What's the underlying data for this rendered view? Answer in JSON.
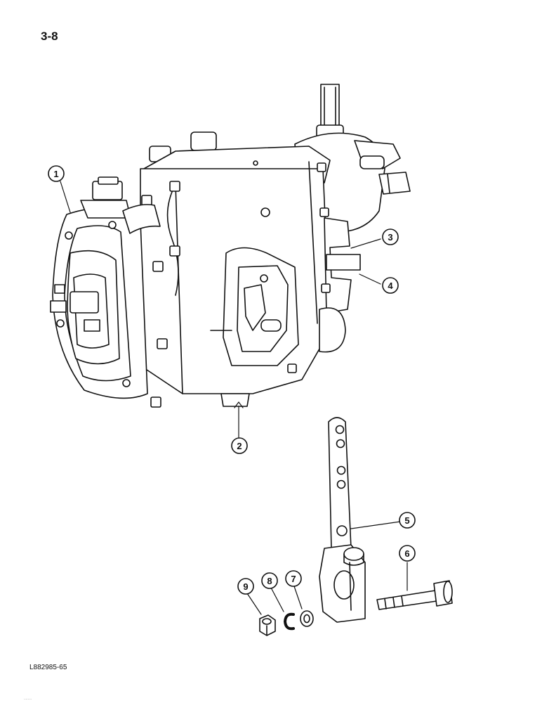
{
  "page": {
    "number": "3-8",
    "drawing_id": "L882985-65",
    "footer_mark": "........"
  },
  "callouts": [
    "1",
    "2",
    "3",
    "4",
    "5",
    "6",
    "7",
    "8",
    "9"
  ],
  "colors": {
    "ink": "#111111",
    "paper": "#ffffff",
    "shade": "#3a3a3a"
  }
}
